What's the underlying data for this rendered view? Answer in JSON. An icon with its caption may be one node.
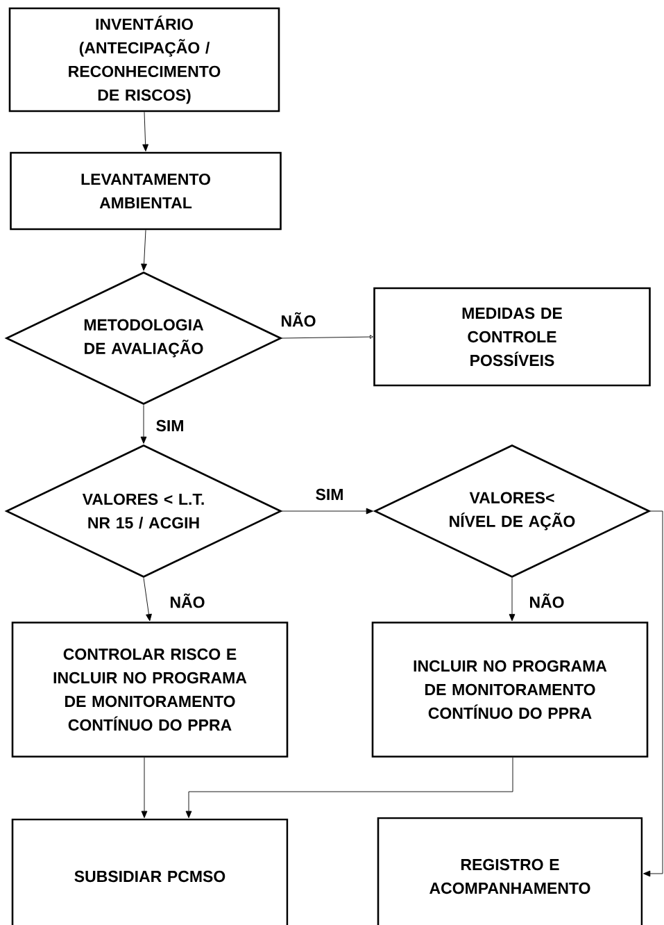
{
  "diagram": {
    "nodes": [
      {
        "text": [
          "INVENTÁRIO (ANTECIPAÇÃO / RECONHECIMENTO DE RISCOS)"
        ]
      },
      {
        "text": [
          "LEVANTAMENTO AMBIENTAL"
        ]
      },
      {
        "text": [
          "METODOLOGIA DE AVALIAÇÃO"
        ]
      },
      {
        "text": [
          "MEDIDAS DE CONTROLE POSSÍVEIS"
        ]
      },
      {
        "text": [
          "VALORES < L.T. NR 15 / ACGIH"
        ]
      },
      {
        "text": [
          "VALORES< NÍVEL DE AÇÃO"
        ]
      },
      {
        "text": [
          "CONTROLAR RISCO E INCLUIR NO PROGRAMA DE MONITORAMENTO CONTÍNUO DO PPRA"
        ]
      },
      {
        "text": [
          "INCLUIR NO PROGRAMA DE MONITORAMENTO CONTÍNUO DO PPRA"
        ]
      },
      {
        "text": [
          "SUBSIDIAR PCMSO"
        ]
      },
      {
        "text": [
          "REGISTRO E ACOMPANHAMENTO"
        ]
      }
    ],
    "edges": [
      {
        "from": 0,
        "to": 1,
        "arrow": "to"
      },
      {
        "from": 1,
        "to": 2,
        "arrow": "to"
      },
      {
        "from": 2,
        "to": 3,
        "arrow": "to",
        "label": "NÃO"
      },
      {
        "from": 2,
        "to": 4,
        "arrow": "to",
        "label": "SIM"
      },
      {
        "from": 4,
        "to": 5,
        "arrow": "to",
        "label": "SIM"
      },
      {
        "from": 4,
        "to": 6,
        "arrow": "to",
        "label": "NÃO"
      },
      {
        "from": 5,
        "to": 7,
        "arrow": "to",
        "label": "NÃO"
      },
      {
        "from": 6,
        "to": 8,
        "arrow": "to"
      },
      {
        "from": 7,
        "to": 8,
        "arrow": "to"
      },
      {
        "from": 5,
        "to": 9,
        "arrow": "to"
      }
    ]
  }
}
